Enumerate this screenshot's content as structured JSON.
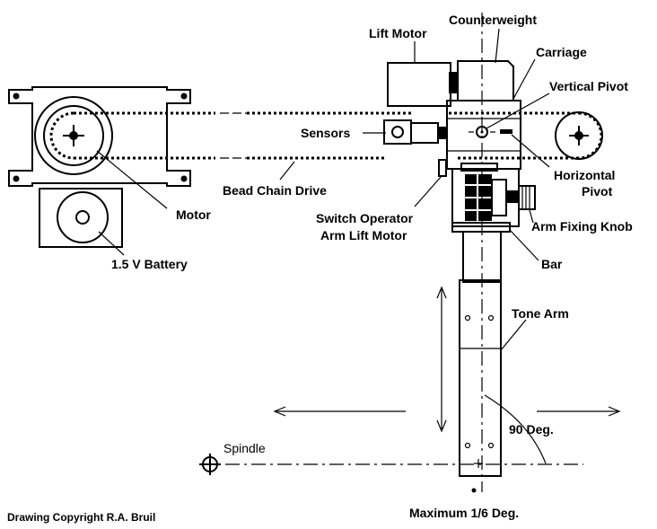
{
  "labels": {
    "counterweight": "Counterweight",
    "lift_motor": "Lift Motor",
    "carriage": "Carriage",
    "vertical_pivot": "Vertical Pivot",
    "sensors": "Sensors",
    "horizontal_pivot_1": "Horizontal",
    "horizontal_pivot_2": "Pivot",
    "bead_chain_drive": "Bead Chain Drive",
    "motor": "Motor",
    "switch_operator_1": "Switch Operator",
    "switch_operator_2": "Arm Lift Motor",
    "arm_fixing_knob": "Arm Fixing Knob",
    "battery": "1.5 V Battery",
    "bar": "Bar",
    "tone_arm": "Tone Arm",
    "angle_90": "90 Deg.",
    "spindle": "Spindle",
    "max_angle": "Maximum 1/6 Deg.",
    "copyright": "Drawing Copyright R.A. Bruil"
  }
}
